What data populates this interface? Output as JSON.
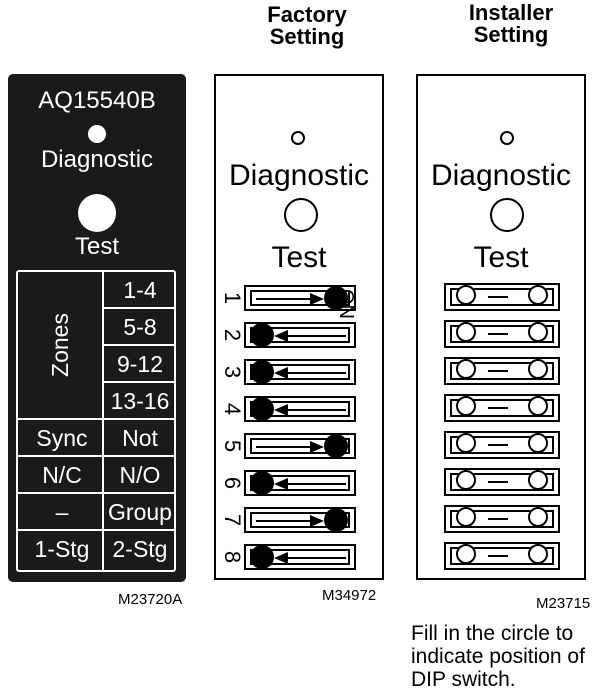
{
  "headings": {
    "factory_line1": "Factory",
    "factory_line2": "Setting",
    "installer_line1": "Installer",
    "installer_line2": "Setting"
  },
  "label": {
    "model": "AQ15540B",
    "diagnostic": "Diagnostic",
    "test": "Test",
    "zones": "Zones",
    "zone_rows": [
      "1-4",
      "5-8",
      "9-12",
      "13-16"
    ],
    "rows": [
      {
        "left": "Sync",
        "right": "Not"
      },
      {
        "left": "N/C",
        "right": "N/O"
      },
      {
        "left": "–",
        "right": "Group"
      },
      {
        "left": "1-Stg",
        "right": "2-Stg"
      }
    ],
    "code": "M23720A"
  },
  "factory": {
    "diagnostic": "Diagnostic",
    "test": "Test",
    "on_label": "ON",
    "switch_numbers": [
      "1",
      "2",
      "3",
      "4",
      "5",
      "6",
      "7",
      "8"
    ],
    "switch_positions": [
      "right",
      "left",
      "left",
      "left",
      "right",
      "left",
      "right",
      "left"
    ],
    "code": "M34972"
  },
  "installer": {
    "diagnostic": "Diagnostic",
    "test": "Test",
    "switch_count": 8,
    "code": "M23715"
  },
  "note": "Fill in the circle to indicate position of DIP switch."
}
